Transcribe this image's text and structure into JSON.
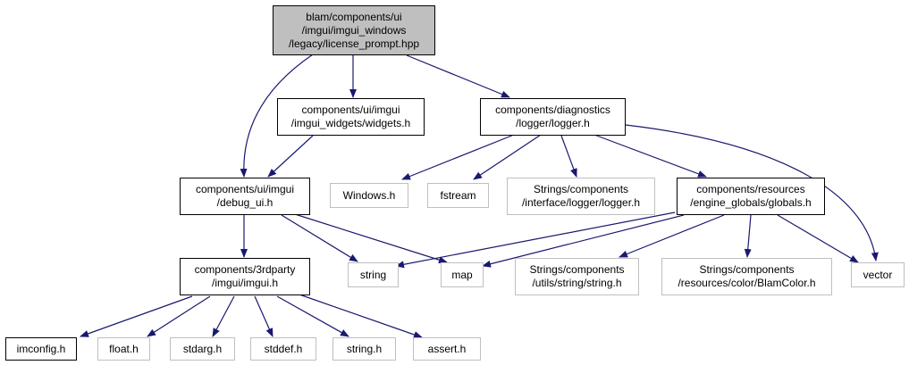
{
  "nodes": {
    "license_prompt": [
      "blam/components/ui",
      "/imgui/imgui_windows",
      "/legacy/license_prompt.hpp"
    ],
    "widgets": [
      "components/ui/imgui",
      "/imgui_widgets/widgets.h"
    ],
    "logger": [
      "components/diagnostics",
      "/logger/logger.h"
    ],
    "debug_ui": [
      "components/ui/imgui",
      "/debug_ui.h"
    ],
    "windows_h": [
      "Windows.h"
    ],
    "fstream": [
      "fstream"
    ],
    "strings_logger": [
      "Strings/components",
      "/interface/logger/logger.h"
    ],
    "globals": [
      "components/resources",
      "/engine_globals/globals.h"
    ],
    "vector": [
      "vector"
    ],
    "imgui_h": [
      "components/3rdparty",
      "/imgui/imgui.h"
    ],
    "string": [
      "string"
    ],
    "map": [
      "map"
    ],
    "strings_string": [
      "Strings/components",
      "/utils/string/string.h"
    ],
    "strings_blamcolor": [
      "Strings/components",
      "/resources/color/BlamColor.h"
    ],
    "imconfig": [
      "imconfig.h"
    ],
    "float_h": [
      "float.h"
    ],
    "stdarg_h": [
      "stdarg.h"
    ],
    "stddef_h": [
      "stddef.h"
    ],
    "string_h": [
      "string.h"
    ],
    "assert_h": [
      "assert.h"
    ]
  },
  "colors": {
    "edge": "#191970",
    "focus_fill": "#bfbfbf",
    "solid_border": "#000000",
    "faded_border": "#bfbfbf"
  }
}
